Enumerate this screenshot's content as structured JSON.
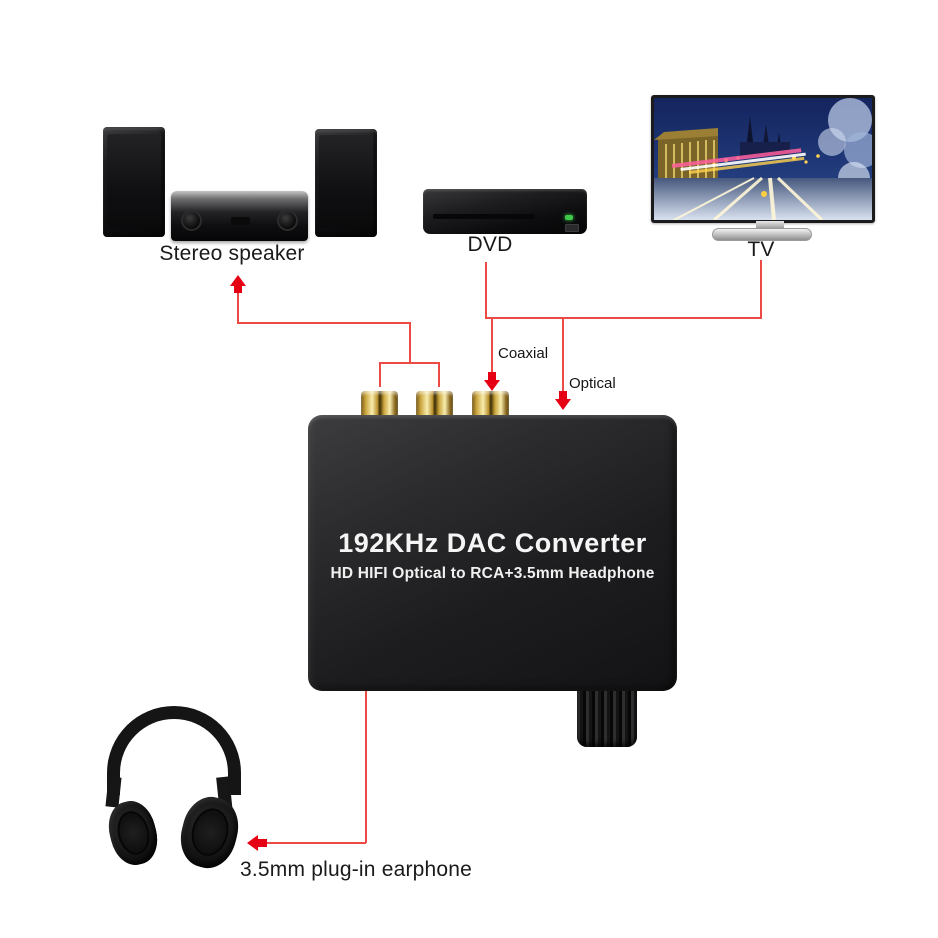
{
  "title": "192KHz DAC Converter connection diagram",
  "colors": {
    "background": "#ffffff",
    "line_red": "#ec4b45",
    "arrow_red": "#e60014",
    "gold_connector": "#d4af37",
    "device_black": "#141416",
    "title_white": "#f5f5f5",
    "led_green": "#3ec94a"
  },
  "sources": {
    "stereo_speaker": {
      "label": "Stereo speaker"
    },
    "dvd": {
      "label": "DVD"
    },
    "tv": {
      "label": "TV"
    }
  },
  "converter": {
    "title": "192KHz DAC Converter",
    "subtitle": "HD HIFI Optical to RCA+3.5mm Headphone",
    "ports": {
      "coaxial": "Coaxial",
      "optical": "Optical"
    }
  },
  "output": {
    "earphone_label": "3.5mm plug-in earphone"
  }
}
